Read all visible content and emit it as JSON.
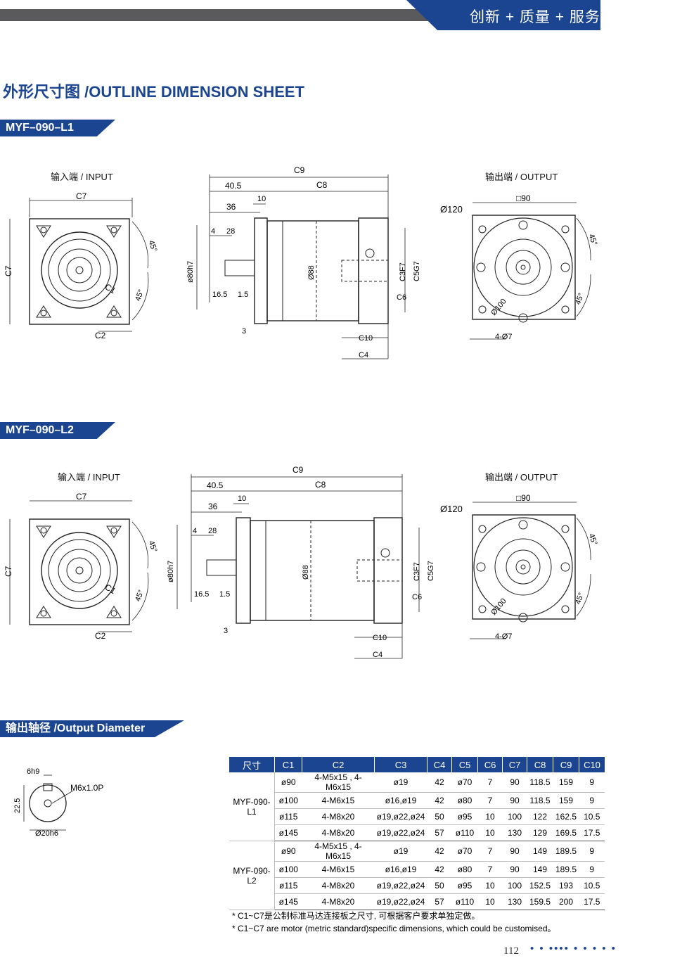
{
  "header": {
    "slogan": "创新 + 质量 + 服务"
  },
  "title": "外形尺寸图 /OUTLINE DIMENSION SHEET",
  "sections": [
    {
      "model": "MYF–090–L1",
      "input_label": "输入端 / INPUT",
      "output_label": "输出端 / OUTPUT",
      "dims": {
        "c7": "C7",
        "c1": "C1",
        "c2": "C2",
        "a45": "45°",
        "c9": "C9",
        "c8": "C8",
        "d405": "40.5",
        "d36": "36",
        "d10": "10",
        "d4": "4",
        "d28": "28",
        "d80": "ø80h7",
        "d88": "Ø88",
        "d165": "16.5",
        "d15": "1.5",
        "d3": "3",
        "c3": "C3F7",
        "c5": "C5G7",
        "c6": "C6",
        "c10": "C10",
        "c4": "C4",
        "d120": "Ø120",
        "sq90": "□90",
        "d100": "Ø100",
        "holes": "4-Ø7"
      }
    },
    {
      "model": "MYF–090–L2",
      "input_label": "输入端 / INPUT",
      "output_label": "输出端 / OUTPUT",
      "dims": {
        "c7": "C7",
        "c1": "C1",
        "c2": "C2",
        "a45": "45°",
        "c9": "C9",
        "c8": "C8",
        "d405": "40.5",
        "d36": "36",
        "d10": "10",
        "d4": "4",
        "d28": "28",
        "d80": "ø80h7",
        "d88": "Ø88",
        "d165": "16.5",
        "d15": "1.5",
        "d3": "3",
        "c3": "C3F7",
        "c5": "C5G7",
        "c6": "C6",
        "c10": "C10",
        "c4": "C4",
        "d120": "Ø120",
        "sq90": "□90",
        "d100": "Ø100",
        "holes": "4-Ø7"
      }
    }
  ],
  "output_diameter": {
    "title": "输出轴径 /Output Diameter",
    "key": "6h9",
    "thread": "M6x1.0P",
    "height": "22.5",
    "shaft": "Ø20h6"
  },
  "table": {
    "headers": [
      "尺寸",
      "C1",
      "C2",
      "C3",
      "C4",
      "C5",
      "C6",
      "C7",
      "C8",
      "C9",
      "C10"
    ],
    "groups": [
      {
        "model": "MYF-090-L1",
        "rows": [
          [
            "ø90",
            "4-M5x15 , 4-M6x15",
            "ø19",
            "42",
            "ø70",
            "7",
            "90",
            "118.5",
            "159",
            "9"
          ],
          [
            "ø100",
            "4-M6x15",
            "ø16,ø19",
            "42",
            "ø80",
            "7",
            "90",
            "118.5",
            "159",
            "9"
          ],
          [
            "ø115",
            "4-M8x20",
            "ø19,ø22,ø24",
            "50",
            "ø95",
            "10",
            "100",
            "122",
            "162.5",
            "10.5"
          ],
          [
            "ø145",
            "4-M8x20",
            "ø19,ø22,ø24",
            "57",
            "ø110",
            "10",
            "130",
            "129",
            "169.5",
            "17.5"
          ]
        ]
      },
      {
        "model": "MYF-090-L2",
        "rows": [
          [
            "ø90",
            "4-M5x15 , 4-M6x15",
            "ø19",
            "42",
            "ø70",
            "7",
            "90",
            "149",
            "189.5",
            "9"
          ],
          [
            "ø100",
            "4-M6x15",
            "ø16,ø19",
            "42",
            "ø80",
            "7",
            "90",
            "149",
            "189.5",
            "9"
          ],
          [
            "ø115",
            "4-M8x20",
            "ø19,ø22,ø24",
            "50",
            "ø95",
            "10",
            "100",
            "152.5",
            "193",
            "10.5"
          ],
          [
            "ø145",
            "4-M8x20",
            "ø19,ø22,ø24",
            "57",
            "ø110",
            "10",
            "130",
            "159.5",
            "200",
            "17.5"
          ]
        ]
      }
    ]
  },
  "notes": [
    "* C1~C7是公制标准马达连接板之尺寸, 可根据客户要求单独定做。",
    "* C1~C7 are motor (metric standard)specific dimensions, which could be customised。"
  ],
  "page_number": "112",
  "colors": {
    "brand_blue": "#1b4591",
    "header_gray": "#5a5a5c"
  }
}
